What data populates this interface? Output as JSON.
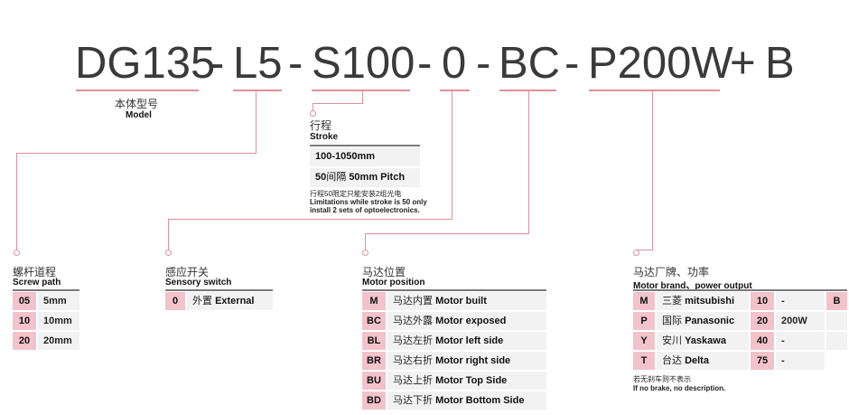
{
  "code_parts": [
    {
      "text": "DG135",
      "sep": "-"
    },
    {
      "text": "L5",
      "sep": "-"
    },
    {
      "text": "S100",
      "sep": "-"
    },
    {
      "text": "0",
      "sep": "-"
    },
    {
      "text": "BC",
      "sep": "-"
    },
    {
      "text": "P200W",
      "sep": "+"
    },
    {
      "text": "B",
      "sep": ""
    }
  ],
  "model": {
    "cn": "本体型号",
    "en": "Model"
  },
  "stroke": {
    "cn": "行程",
    "en": "Stroke",
    "range": "100-1050mm",
    "pitch_num": "50",
    "pitch_cn": "间隔",
    "pitch_en": "50mm Pitch",
    "note_cn": "行程50限定只能安装2组光电",
    "note_en1": "Limitations while stroke is 50 only",
    "note_en2": "install 2 sets of optoelectronics."
  },
  "screw": {
    "cn": "螺杆道程",
    "en": "Screw path",
    "rows": [
      {
        "code": "05",
        "value": "5mm"
      },
      {
        "code": "10",
        "value": "10mm"
      },
      {
        "code": "20",
        "value": "20mm"
      }
    ]
  },
  "sensor": {
    "cn": "感应开关",
    "en": "Sensory switch",
    "rows": [
      {
        "code": "0",
        "cn": "外置",
        "en": "External"
      }
    ]
  },
  "motor_pos": {
    "cn": "马达位置",
    "en": "Motor position",
    "rows": [
      {
        "code": "M",
        "cn": "马达内置",
        "en": "Motor built"
      },
      {
        "code": "BC",
        "cn": "马达外露",
        "en": "Motor exposed"
      },
      {
        "code": "BL",
        "cn": "马达左折",
        "en": "Motor left side"
      },
      {
        "code": "BR",
        "cn": "马达右折",
        "en": "Motor right side"
      },
      {
        "code": "BU",
        "cn": "马达上折",
        "en": "Motor Top Side"
      },
      {
        "code": "BD",
        "cn": "马达下折",
        "en": "Motor Bottom Side"
      }
    ]
  },
  "motor_brand": {
    "cn": "马达厂牌、功率",
    "en": "Motor brand、power output",
    "rows": [
      {
        "code": "M",
        "cn": "三菱",
        "en": "mitsubishi",
        "power_code": "10",
        "power": "-",
        "brake": "B"
      },
      {
        "code": "P",
        "cn": "国际",
        "en": "Panasonic",
        "power_code": "20",
        "power": "200W",
        "brake": ""
      },
      {
        "code": "Y",
        "cn": "安川",
        "en": "Yaskawa",
        "power_code": "40",
        "power": "-",
        "brake": ""
      },
      {
        "code": "T",
        "cn": "台达",
        "en": "Delta",
        "power_code": "75",
        "power": "-",
        "brake": ""
      }
    ],
    "note_cn": "若无刹车则不表示",
    "note_en": "If no brake, no description."
  },
  "colors": {
    "accent": "#e0909a",
    "code_cell": "#f2c3ca",
    "desc_cell": "#f2f2f2",
    "title_text": "#3a3a3a"
  }
}
